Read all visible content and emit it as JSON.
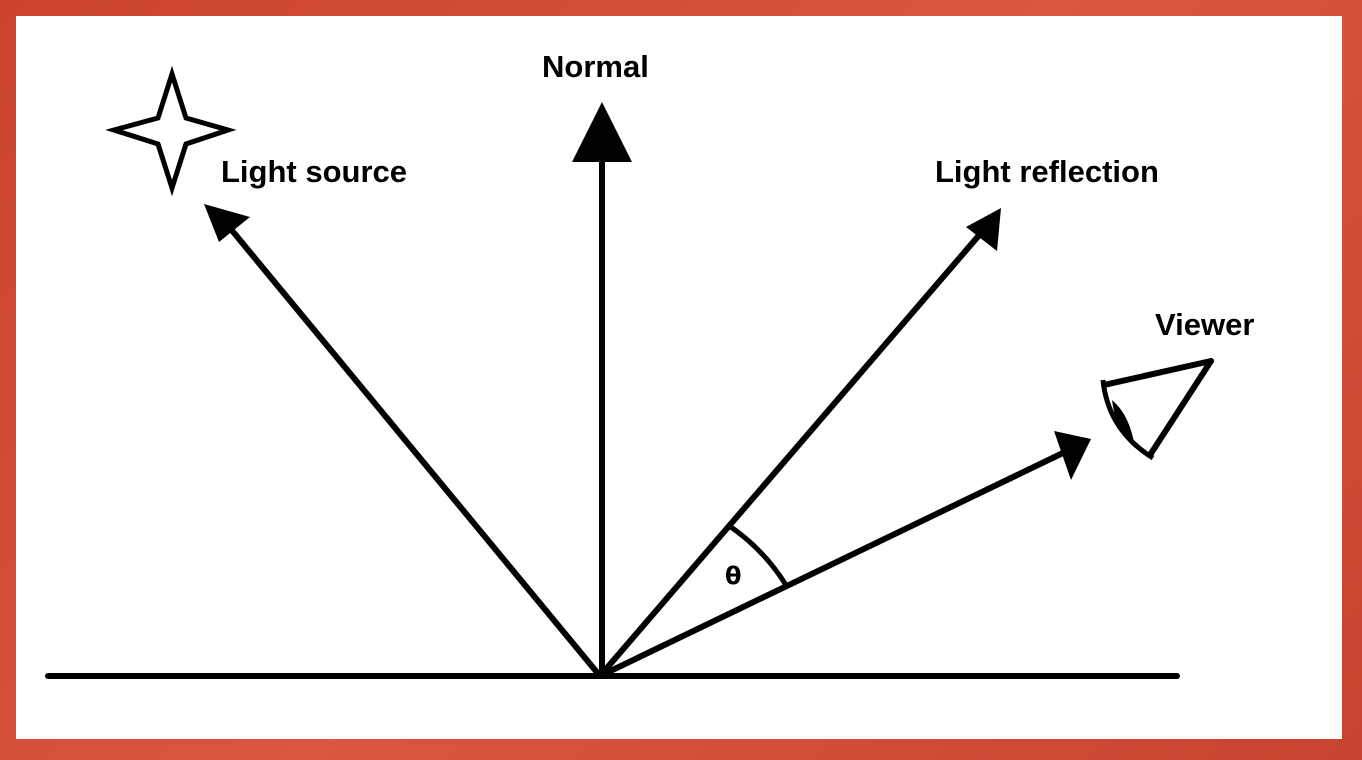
{
  "labels": {
    "normal": "Normal",
    "light_source": "Light source",
    "light_reflection": "Light reflection",
    "viewer": "Viewer",
    "angle": "θ"
  },
  "colors": {
    "frame": "#d24f3b",
    "background": "#ffffff",
    "ink": "#000000"
  },
  "icons": {
    "light_source": "four-point-star-icon",
    "viewer": "eye-icon"
  }
}
